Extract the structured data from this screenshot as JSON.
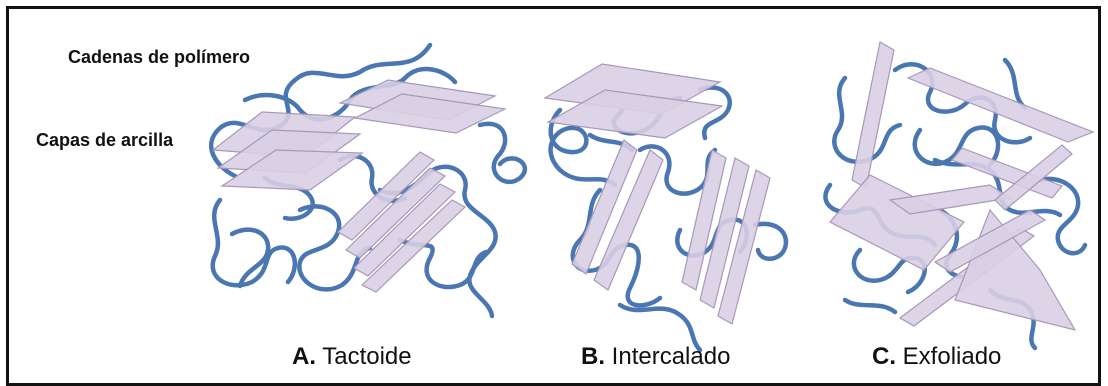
{
  "labels": {
    "chains": "Cadenas de polímero",
    "clay": "Capas de arcilla"
  },
  "panels": [
    {
      "letter": "A.",
      "name": "Tactoide"
    },
    {
      "letter": "B.",
      "name": "Intercalado"
    },
    {
      "letter": "C.",
      "name": "Exfoliado"
    }
  ],
  "colors": {
    "chain": "#4a76b2",
    "layer_fill": "#d9cfe4",
    "layer_stroke": "#a898b8",
    "border": "#111111"
  }
}
